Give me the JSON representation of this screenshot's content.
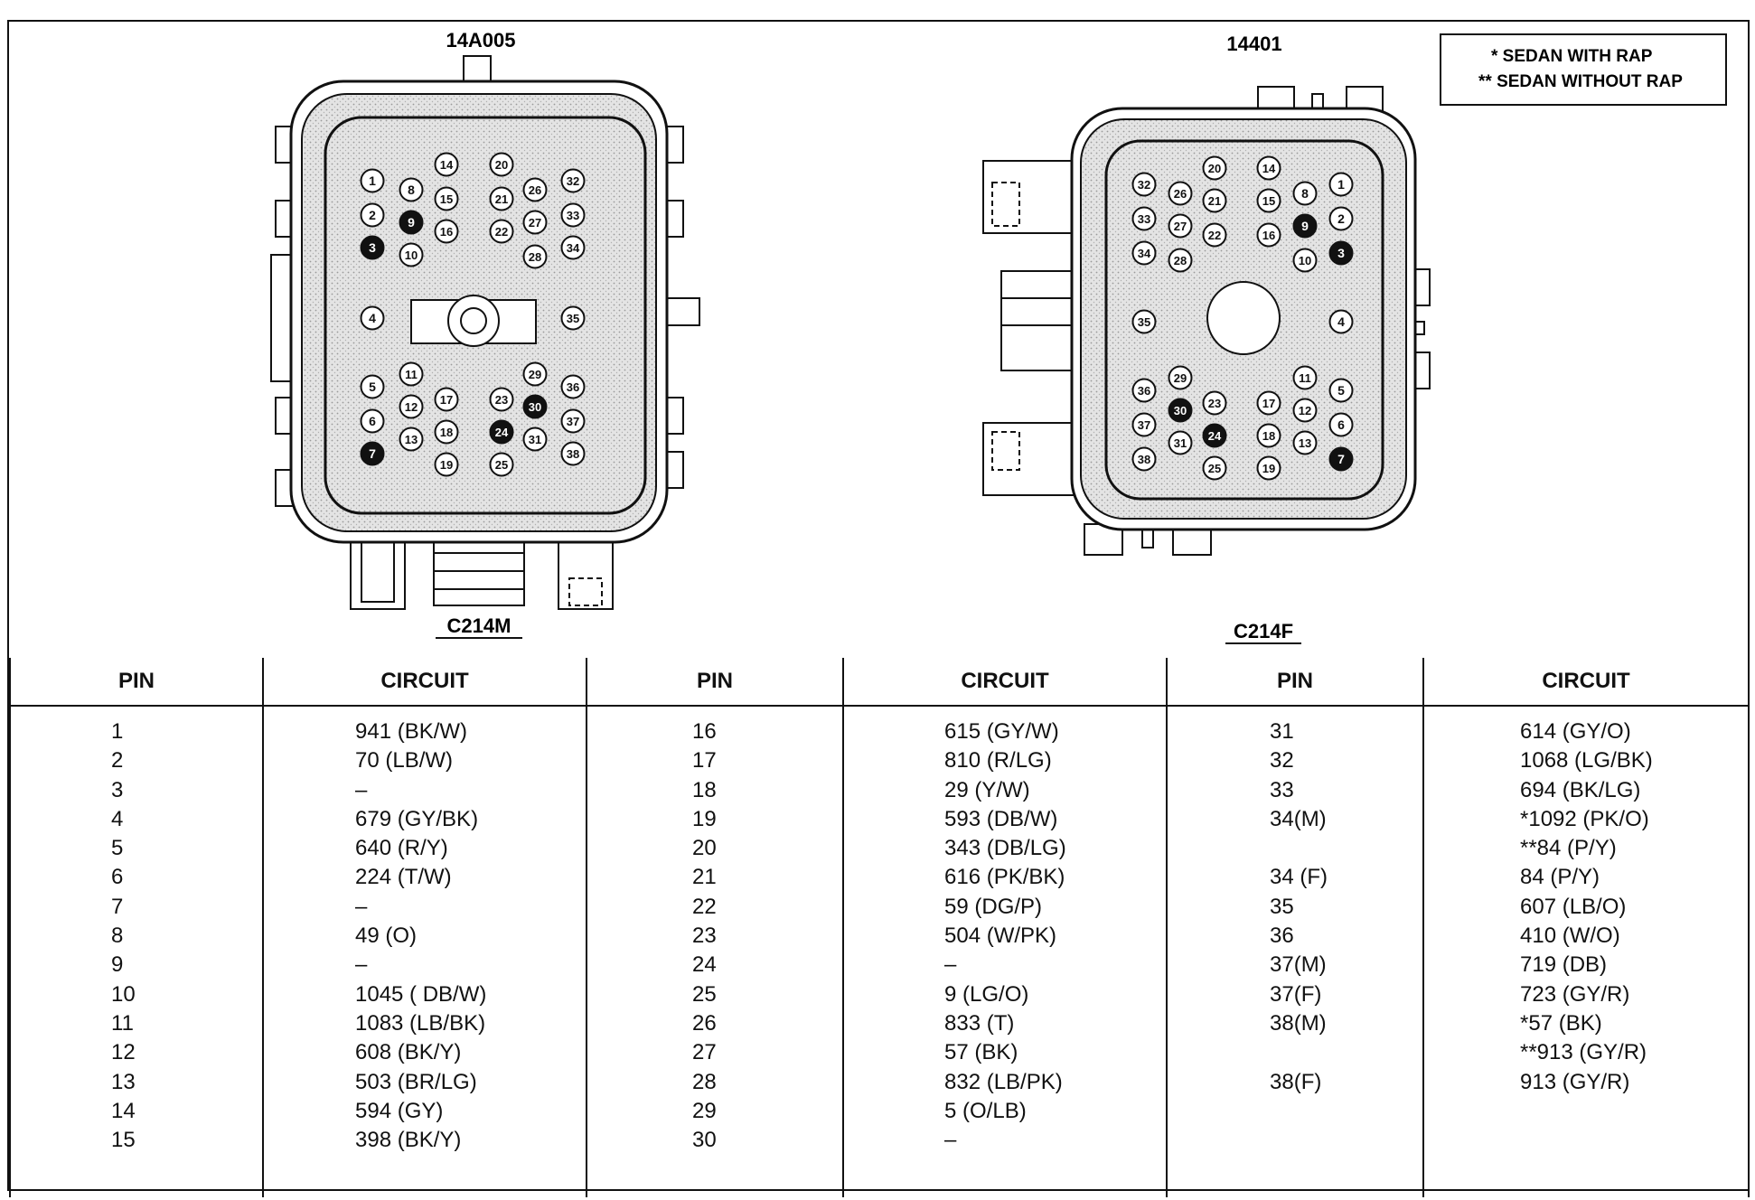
{
  "legend": {
    "line1": "* SEDAN WITH RAP",
    "line2": "** SEDAN WITHOUT RAP"
  },
  "connectors": {
    "left": {
      "part_number": "14A005",
      "name": "C214M",
      "filled_pins": [
        "3",
        "7",
        "9",
        "24",
        "30"
      ]
    },
    "right": {
      "part_number": "14401",
      "name": "C214F",
      "filled_pins": [
        "3",
        "7",
        "9",
        "24",
        "30"
      ]
    }
  },
  "table": {
    "headers": [
      "PIN",
      "CIRCUIT",
      "PIN",
      "CIRCUIT",
      "PIN",
      "CIRCUIT"
    ],
    "col1_pins": [
      "1",
      "2",
      "3",
      "4",
      "5",
      "6",
      "7",
      "8",
      "9",
      "10",
      "11",
      "12",
      "13",
      "14",
      "15"
    ],
    "col1_circuits": [
      "941 (BK/W)",
      "70 (LB/W)",
      "–",
      "679 (GY/BK)",
      "640 (R/Y)",
      "224 (T/W)",
      "–",
      "49 (O)",
      "–",
      "1045 ( DB/W)",
      "1083 (LB/BK)",
      "608 (BK/Y)",
      "503 (BR/LG)",
      "594 (GY)",
      "398 (BK/Y)"
    ],
    "col2_pins": [
      "16",
      "17",
      "18",
      "19",
      "20",
      "21",
      "22",
      "23",
      "24",
      "25",
      "26",
      "27",
      "28",
      "29",
      "30"
    ],
    "col2_circuits": [
      "615 (GY/W)",
      "810 (R/LG)",
      "29 (Y/W)",
      "593 (DB/W)",
      "343 (DB/LG)",
      "616 (PK/BK)",
      "59 (DG/P)",
      "504 (W/PK)",
      "–",
      "9 (LG/O)",
      "833 (T)",
      "57 (BK)",
      "832 (LB/PK)",
      "5 (O/LB)",
      "–"
    ],
    "col3_pins": [
      "31",
      "32",
      "33",
      "34(M)",
      "",
      "34 (F)",
      "35",
      "36",
      "37(M)",
      "37(F)",
      "38(M)",
      "",
      "38(F)"
    ],
    "col3_circuits": [
      "614 (GY/O)",
      "1068 (LG/BK)",
      "694 (BK/LG)",
      "*1092 (PK/O)",
      "**84 (P/Y)",
      "84 (P/Y)",
      "607 (LB/O)",
      "410 (W/O)",
      "719 (DB)",
      "723 (GY/R)",
      "*57 (BK)",
      "**913 (GY/R)",
      "913 (GY/R)"
    ]
  }
}
